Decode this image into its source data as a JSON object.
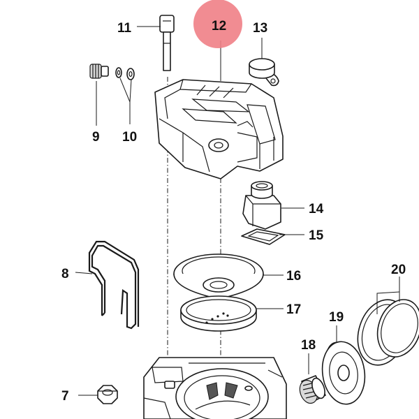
{
  "diagram": {
    "highlight_color": "#f07f86",
    "line_color": "#1a1a1a",
    "callouts": {
      "c7": "7",
      "c8": "8",
      "c9": "9",
      "c10": "10",
      "c11": "11",
      "c12": "12",
      "c13": "13",
      "c14": "14",
      "c15": "15",
      "c16": "16",
      "c17": "17",
      "c18": "18",
      "c19": "19",
      "c20": "20"
    },
    "highlighted_callout": "12"
  }
}
